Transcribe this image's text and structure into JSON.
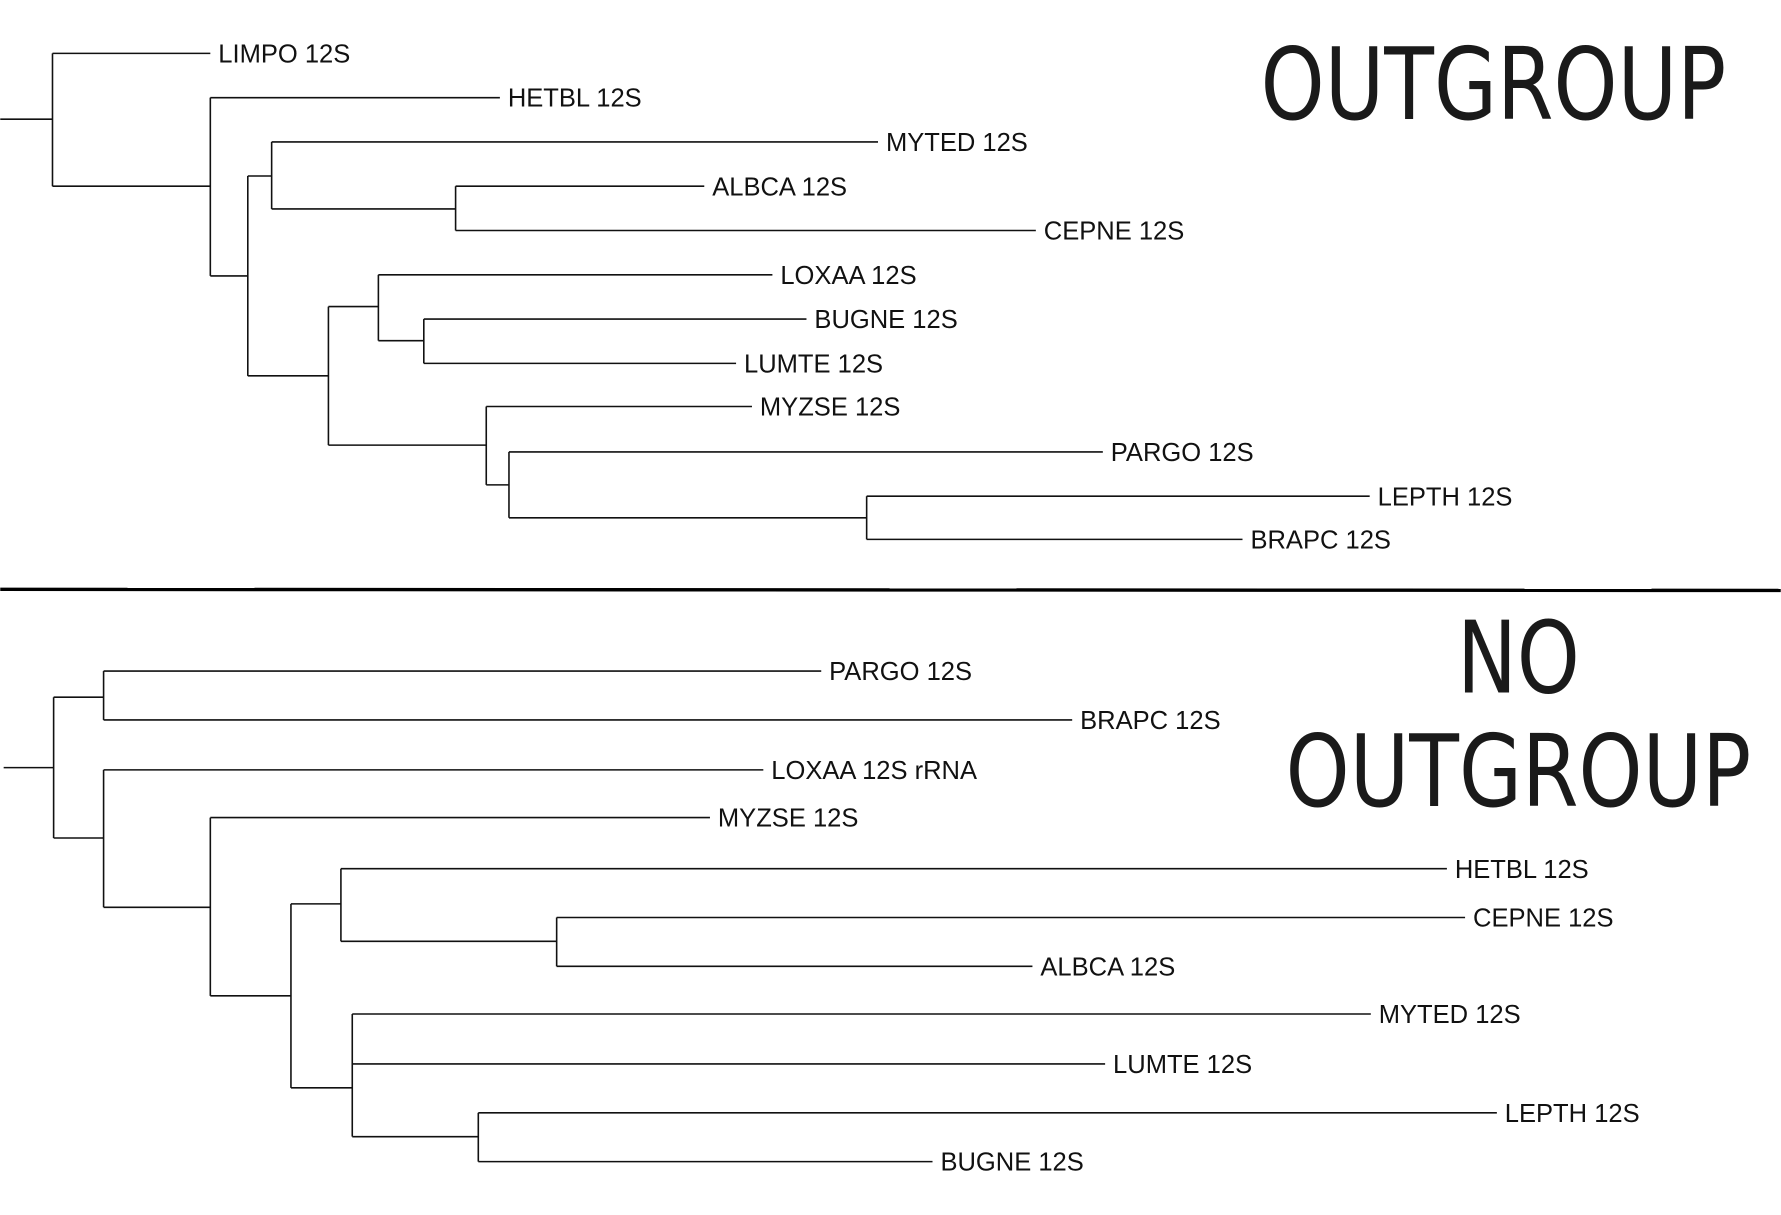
{
  "panels": [
    {
      "title_lines": [
        "OUTGROUP"
      ],
      "taxa": [
        "LIMPO 12S",
        "HETBL 12S",
        "MYTED 12S",
        "ALBCA 12S",
        "CEPNE 12S",
        "LOXAA 12S",
        "BUGNE 12S",
        "LUMTE 12S",
        "MYZSE 12S",
        "PARGO 12S",
        "LEPTH 12S",
        "BRAPC 12S"
      ]
    },
    {
      "title_lines": [
        "NO",
        "OUTGROUP"
      ],
      "taxa": [
        "PARGO 12S",
        "BRAPC 12S",
        "LOXAA 12S rRNA",
        "MYZSE 12S",
        "HETBL 12S",
        "CEPNE 12S",
        "ALBCA 12S",
        "MYTED 12S",
        "LUMTE 12S",
        "LEPTH 12S",
        "BUGNE 12S"
      ]
    }
  ]
}
